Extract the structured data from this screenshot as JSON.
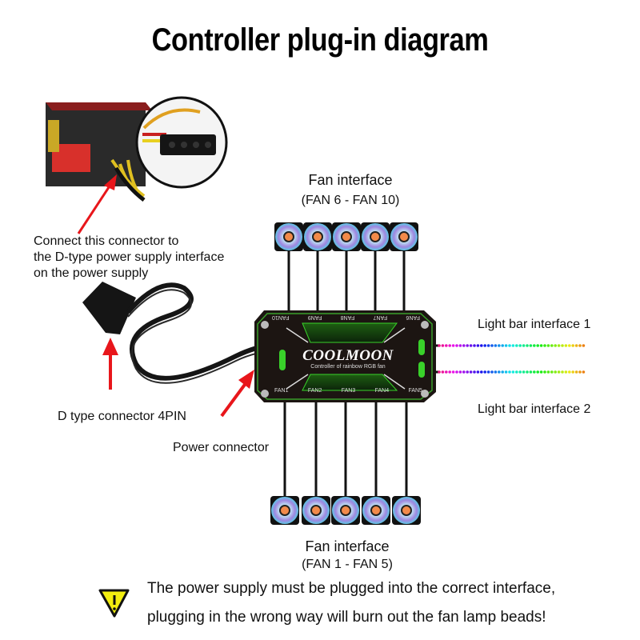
{
  "title": "Controller plug-in diagram",
  "psu_callout": {
    "lines": [
      "Connect this connector to",
      "the D-type power supply interface",
      "on the power supply"
    ]
  },
  "connector_label": "D type connector 4PIN",
  "power_connector_label": "Power connector",
  "fan_top": {
    "title": "Fan interface",
    "range": "(FAN 6 - FAN 10)"
  },
  "fan_bottom": {
    "title": "Fan interface",
    "range": "(FAN 1 - FAN 5)"
  },
  "light_bar_1": "Light bar interface 1",
  "light_bar_2": "Light bar interface 2",
  "controller": {
    "brand": "COOLMOON",
    "subtitle": "Controller of rainbow RGB fan",
    "top_ports": [
      "FAN10",
      "FAN9",
      "FAN8",
      "FAN7",
      "FAN6"
    ],
    "bottom_ports": [
      "FAN1",
      "FAN2",
      "FAN3",
      "FAN4",
      "FAN5"
    ],
    "accent_color": "#39d12a",
    "body_color": "#1c1512"
  },
  "warning": {
    "icon": "warning-triangle-icon",
    "lines": [
      "The power supply must be plugged into the correct interface,",
      "plugging in the wrong way will burn out the fan lamp beads!"
    ],
    "icon_color": "#f2ee10"
  },
  "arrow_color": "#e8161b"
}
